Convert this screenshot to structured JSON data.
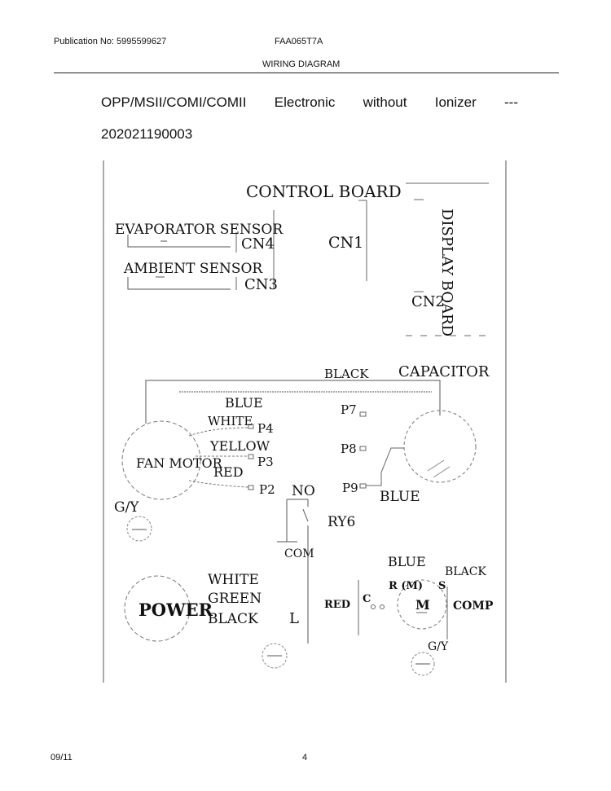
{
  "header": {
    "publication": "Publication No: 5995599627",
    "model": "FAA065T7A",
    "section": "WIRING DIAGRAM"
  },
  "title": {
    "words": [
      "OPP/MSII/COMI/COMII",
      "Electronic",
      "without",
      "Ionizer",
      "---"
    ],
    "number": "202021190003"
  },
  "diagram": {
    "control_board": "CONTROL BOARD",
    "cn1": "CN1",
    "cn2": "CN2",
    "cn3": "CN3",
    "cn4": "CN4",
    "display_board": "DISPLAY BOARD",
    "evaporator_sensor": "EVAPORATOR SENSOR",
    "ambient_sensor": "AMBIENT SENSOR",
    "black_top": "BLACK",
    "capacitor": "CAPACITOR",
    "blue_top": "BLUE",
    "white_fan": "WHITE",
    "yellow": "YELLOW",
    "red_fan": "RED",
    "fan_motor": "FAN MOTOR",
    "p2": "P2",
    "p3": "P3",
    "p4": "P4",
    "p7": "P7",
    "p8": "P8",
    "p9": "P9",
    "blue_p9": "BLUE",
    "no": "NO",
    "ry6": "RY6",
    "com": "COM",
    "gy_left": "G/Y",
    "blue_comp": "BLUE",
    "black_comp": "BLACK",
    "power": "POWER",
    "white_power": "WHITE",
    "green_power": "GREEN",
    "black_power": "BLACK",
    "l": "L",
    "red_comp": "RED",
    "c": "C",
    "r_m": "R (M)",
    "s": "S",
    "m": "M",
    "comp": "COMP",
    "gy_comp": "G/Y"
  },
  "footer": {
    "date": "09/11",
    "page": "4"
  }
}
